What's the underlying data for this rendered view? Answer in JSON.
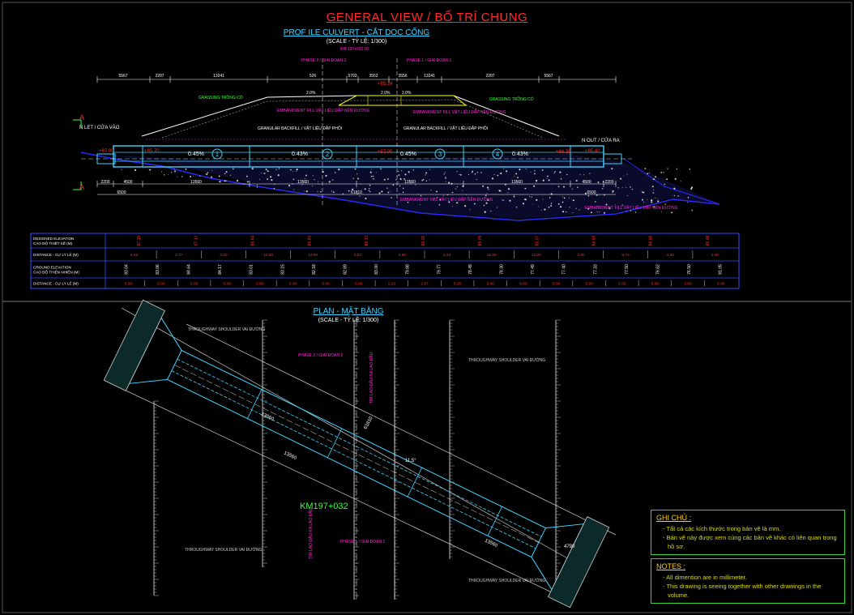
{
  "header": {
    "title": "GENERAL VIEW / BỐ TRÍ CHUNG",
    "profile_title": "PROF ILE CULVERT - CẮT DOC CỐNG",
    "profile_scale": "(SCALE - TỶ LỆ: 1/300)",
    "plan_title": "PLAN - MẶT BẰNG",
    "plan_scale": "(SCALE - TỶ LỆ: 1/300)"
  },
  "profile": {
    "inlet_label": "N LET / CỬA VÀO",
    "outlet_label": "N OUT / CỬA RA",
    "grassing_left": "GRASSING TRỒNG CỎ",
    "grassing_right": "GRASSING TRỒNG CỎ",
    "embankment_left": "EMBANKMENT FILL VẬT LIỆU ĐẮP NỀN ĐƯỜNG",
    "embankment_right": "EMBANKMENT FILL VẬT LIỆU ĐẮP NỀN ĐƯỜNG",
    "granular_left": "GRANULAR BACKFILL / VẬT LIỆU ĐẮP PHỒI",
    "granular_right": "GRANULAR BACKFILL / VẬT LIỆU ĐẮP PHỒI",
    "phase_left": "PHASE 2 / GIAI ĐOẠN 2",
    "phase_right": "PHASE 1 / GIAI ĐOẠN 1",
    "km_small": "KM 197+032.00",
    "slopes": [
      "0.45%",
      "0.43%",
      "0.45%",
      "0.43%"
    ],
    "segments": [
      "1",
      "2",
      "3",
      "4"
    ],
    "road_slopes": [
      "2.0%",
      "2.0%",
      "2.0%"
    ],
    "top_dims": [
      "5567",
      "2207",
      "13241",
      "526",
      "5793",
      "3552",
      "3556",
      "13241",
      "2207",
      "5567"
    ],
    "bottom_dims": [
      "2200",
      "4500",
      "13560",
      "13560",
      "13560",
      "13560",
      "4500",
      "2200"
    ],
    "bottom_totals": [
      "6500",
      "61810",
      "6500"
    ],
    "elev_marks": [
      "+87.00",
      "+85.70",
      "+85.24",
      "+87.00",
      "+86.35",
      "+85.42"
    ],
    "section_mark": "A",
    "embankment_bottom": "EMBANKMENT FILL VẬT LIỆU ĐẮP NỀN ĐƯỜNG",
    "embankment_bottom2": "EMBANKMENT FILL VẬT LIỆU ĐẮP NỀN ĐƯỜNG"
  },
  "table": {
    "rows": [
      {
        "label1": "DESIGNED ELEVATION",
        "label2": "CAO ĐỘ THIẾT KẾ (M)",
        "values": [
          "87.15",
          "87.13",
          "85.84",
          "86.84",
          "86.10",
          "86.05",
          "85.05",
          "85.07",
          "86.69",
          "86.68",
          "86.48"
        ]
      },
      {
        "label1": "DISTANCE - CỰ LY LẺ (M)",
        "label2": "",
        "values": [
          "6.50",
          "2.77",
          "2.00",
          "12.00",
          "12.00",
          "2.22",
          "3.50",
          "3.33",
          "12.00",
          "12.00",
          "2.00",
          "6.74",
          "4.50",
          "2.00"
        ]
      },
      {
        "label1": "GROUND ELEVATION",
        "label2": "CAO ĐỘ THIÊN NHIÊN (M)",
        "values": [
          "83.04",
          "83.06",
          "84.64",
          "84.17",
          "83.01",
          "83.15",
          "82.18",
          "82.69",
          "83.00",
          "79.88",
          "79.77",
          "78.49",
          "78.30",
          "77.49",
          "77.40",
          "77.33",
          "77.50",
          "76.62",
          "76.50",
          "81.05"
        ]
      },
      {
        "label1": "DISTANCE - CỰ LY LẺ (M)",
        "label2": "",
        "values": [
          "5.00",
          "5.00",
          "5.00",
          "5.00",
          "5.00",
          "5.00",
          "5.00",
          "5.00",
          "2.23",
          "2.57",
          "5.00",
          "5.00",
          "5.00",
          "5.00",
          "5.00",
          "5.00",
          "5.00",
          "5.00",
          "5.00"
        ]
      }
    ]
  },
  "plan": {
    "shoulder_top_left": "THROUGHWAY SHOULDER VAI ĐƯỜNG",
    "shoulder_top_right": "THROUGHWAY SHOULDER VAI ĐƯỜNG",
    "shoulder_bottom_left": "THROUGHWAY SHOULDER VAI ĐƯỜNG",
    "shoulder_bottom_right": "THROUGHWAY SHOULDER VAI ĐƯỜNG",
    "phase2": "PHASE 2 / GIAI ĐOẠN 2",
    "phase1": "PHASE 1 / GIAI ĐOẠN 1",
    "centerline_top": "TIM LÀO ĐẦU RA LÀO ĐẦU",
    "centerline_bottom": "TIM LÀO ĐẦU RA LÀO ĐẦU",
    "dims": [
      "61810",
      "13560",
      "13560",
      "13560",
      "4790",
      "11.5°"
    ],
    "km": "KM197+032"
  },
  "notes": {
    "vi_heading": "GHI CHÚ :",
    "vi_lines": [
      "- Tất cả các kích thước trong bản vẽ là mm.",
      "- Bản vẽ này được xem cùng các bản vẽ khác có liên quan trong hồ sơ."
    ],
    "en_heading": "NOTES :",
    "en_lines": [
      "- All dimention are in millimeter.",
      "- This drawing is seeing together with other drawings in the volume."
    ]
  },
  "colors": {
    "background": "#000000",
    "title": "#ff2a2a",
    "cyan": "#3fd3ff",
    "magenta": "#ff2ad4",
    "yellow": "#ffff00",
    "table_border": "#2a52ff",
    "ground": "#2a2aff",
    "note_border": "#39d639"
  }
}
